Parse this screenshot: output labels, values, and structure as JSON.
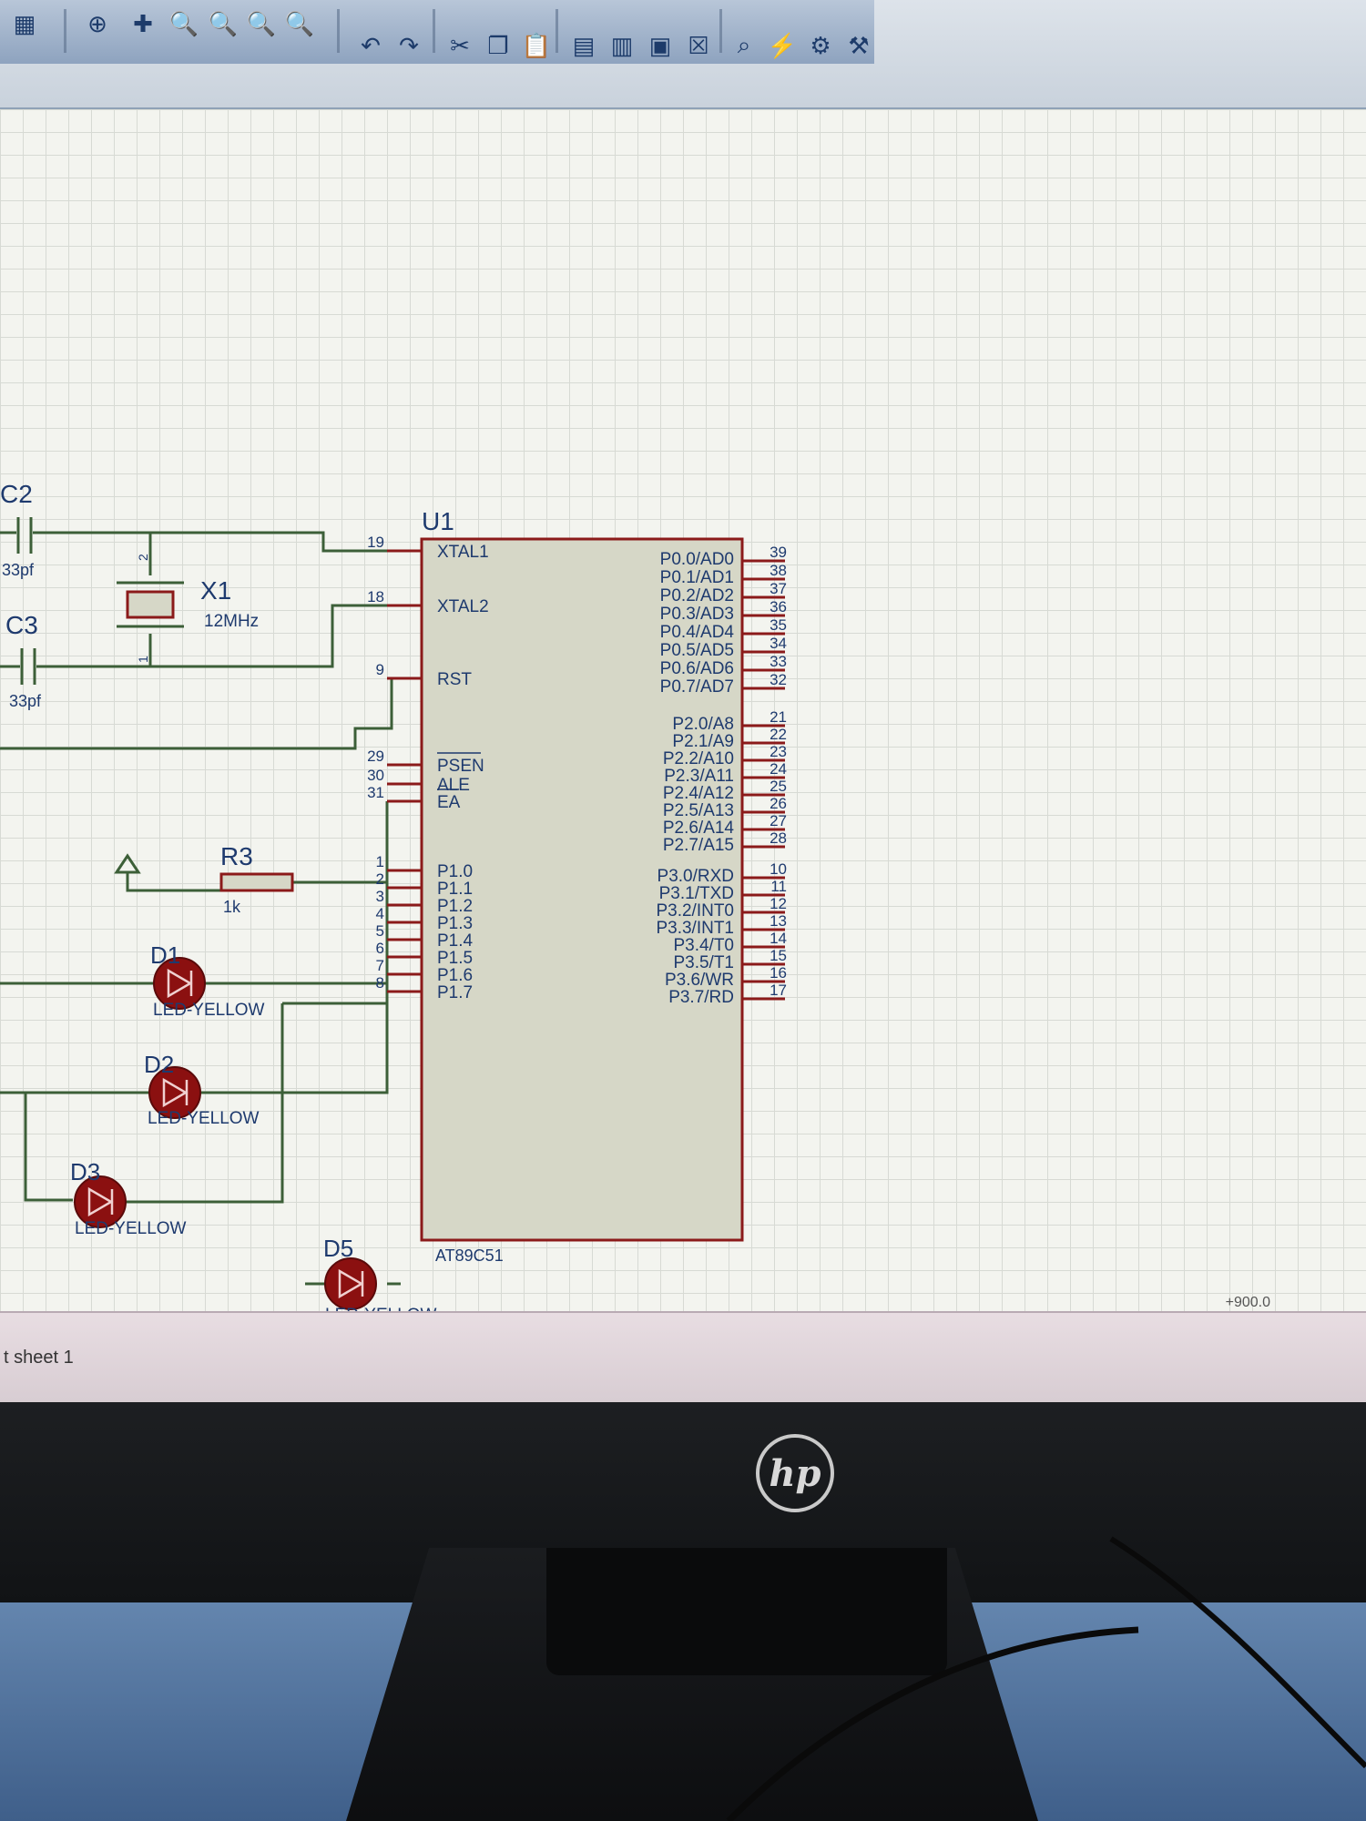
{
  "toolbar": {
    "icons": [
      "grid-icon",
      "origin-icon",
      "pan-icon",
      "zoom-in-icon",
      "zoom-out-icon",
      "zoom-all-icon",
      "zoom-area-icon",
      "undo-icon",
      "redo-icon",
      "cut-icon",
      "copy-icon",
      "paste-icon",
      "block-copy-icon",
      "block-move-icon",
      "block-rotate-icon",
      "block-delete-icon",
      "search-icon",
      "wire-autoroute-icon",
      "tools-icon",
      "hammer-icon"
    ]
  },
  "schematic": {
    "chip": {
      "ref": "U1",
      "part": "AT89C51",
      "left_pins": [
        {
          "num": "19",
          "name": "XTAL1"
        },
        {
          "num": "18",
          "name": "XTAL2"
        },
        {
          "num": "9",
          "name": "RST"
        },
        {
          "num": "29",
          "name": "PSEN"
        },
        {
          "num": "30",
          "name": "ALE"
        },
        {
          "num": "31",
          "name": "EA"
        },
        {
          "num": "1",
          "name": "P1.0"
        },
        {
          "num": "2",
          "name": "P1.1"
        },
        {
          "num": "3",
          "name": "P1.2"
        },
        {
          "num": "4",
          "name": "P1.3"
        },
        {
          "num": "5",
          "name": "P1.4"
        },
        {
          "num": "6",
          "name": "P1.5"
        },
        {
          "num": "7",
          "name": "P1.6"
        },
        {
          "num": "8",
          "name": "P1.7"
        }
      ],
      "right_pins": [
        {
          "num": "39",
          "name": "P0.0/AD0"
        },
        {
          "num": "38",
          "name": "P0.1/AD1"
        },
        {
          "num": "37",
          "name": "P0.2/AD2"
        },
        {
          "num": "36",
          "name": "P0.3/AD3"
        },
        {
          "num": "35",
          "name": "P0.4/AD4"
        },
        {
          "num": "34",
          "name": "P0.5/AD5"
        },
        {
          "num": "33",
          "name": "P0.6/AD6"
        },
        {
          "num": "32",
          "name": "P0.7/AD7"
        },
        {
          "num": "21",
          "name": "P2.0/A8"
        },
        {
          "num": "22",
          "name": "P2.1/A9"
        },
        {
          "num": "23",
          "name": "P2.2/A10"
        },
        {
          "num": "24",
          "name": "P2.3/A11"
        },
        {
          "num": "25",
          "name": "P2.4/A12"
        },
        {
          "num": "26",
          "name": "P2.5/A13"
        },
        {
          "num": "27",
          "name": "P2.6/A14"
        },
        {
          "num": "28",
          "name": "P2.7/A15"
        },
        {
          "num": "10",
          "name": "P3.0/RXD"
        },
        {
          "num": "11",
          "name": "P3.1/TXD"
        },
        {
          "num": "12",
          "name": "P3.2/INT0"
        },
        {
          "num": "13",
          "name": "P3.3/INT1"
        },
        {
          "num": "14",
          "name": "P3.4/T0"
        },
        {
          "num": "15",
          "name": "P3.5/T1"
        },
        {
          "num": "16",
          "name": "P3.6/WR"
        },
        {
          "num": "17",
          "name": "P3.7/RD"
        }
      ]
    },
    "components": {
      "c2": {
        "ref": "C2",
        "value": "33pf"
      },
      "c3": {
        "ref": "C3",
        "value": "33pf"
      },
      "x1": {
        "ref": "X1",
        "value": "12MHz",
        "pin_top": "2",
        "pin_bottom": "1"
      },
      "r3": {
        "ref": "R3",
        "value": "1k"
      },
      "d1": {
        "ref": "D1",
        "value": "LED-YELLOW"
      },
      "d2": {
        "ref": "D2",
        "value": "LED-YELLOW"
      },
      "d3": {
        "ref": "D3",
        "value": "LED-YELLOW"
      },
      "d5": {
        "ref": "D5",
        "value": "LED-YELLOW"
      }
    },
    "colors": {
      "wire": "#3c5f38",
      "chip_border": "#8b1a1a",
      "chip_fill": "#d6d7c7",
      "led": "#8b1010",
      "text": "#1e3a6e"
    }
  },
  "status": {
    "sheet_tab": "t sheet 1",
    "coordinate": "+900.0"
  },
  "monitor": {
    "brand_logo": "hp"
  }
}
